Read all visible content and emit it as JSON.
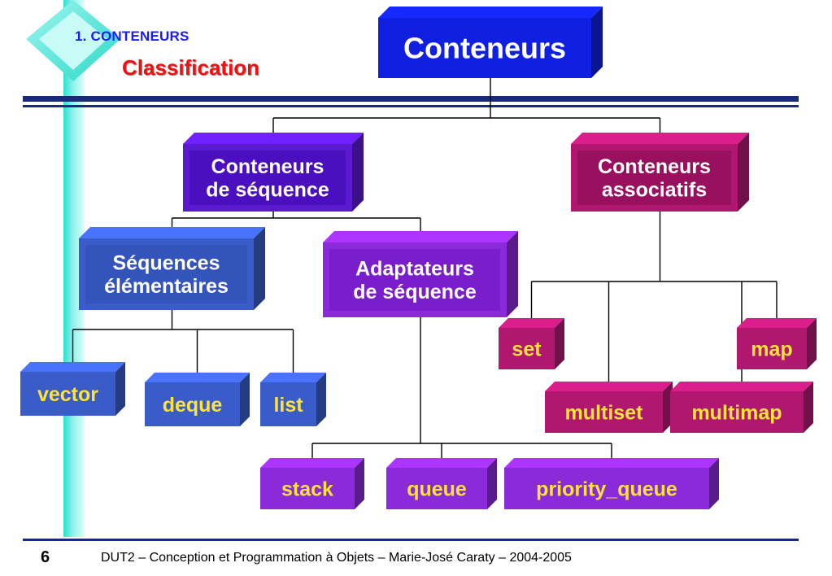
{
  "header": {
    "section": "1. CONTENEURS",
    "subtitle": "Classification"
  },
  "footer": {
    "page_number": "6",
    "text": "DUT2 – Conception et Programmation à Objets – Marie-José Caraty – 2004-2005"
  },
  "colors": {
    "blue_box": "#1020e0",
    "violet_box": "#5a1ad0",
    "steel_blue_box": "#3a5cc8",
    "purple_box": "#8a2ad8",
    "magenta_box": "#b01870",
    "label_white": "#ffffff",
    "label_yellow": "#ffe23a"
  },
  "diagram": {
    "nodes": [
      {
        "id": "conteneurs",
        "lines": [
          "Conteneurs"
        ],
        "style": "blue"
      },
      {
        "id": "conteneurs-sequence",
        "lines": [
          "Conteneurs",
          "de séquence"
        ],
        "style": "violet"
      },
      {
        "id": "conteneurs-associatifs",
        "lines": [
          "Conteneurs",
          "associatifs"
        ],
        "style": "magenta"
      },
      {
        "id": "sequences-elementaires",
        "lines": [
          "Séquences",
          "élémentaires"
        ],
        "style": "steel"
      },
      {
        "id": "adaptateurs-sequence",
        "lines": [
          "Adaptateurs",
          "de séquence"
        ],
        "style": "purple"
      },
      {
        "id": "vector",
        "lines": [
          "vector"
        ],
        "style": "steel-leaf"
      },
      {
        "id": "deque",
        "lines": [
          "deque"
        ],
        "style": "steel-leaf"
      },
      {
        "id": "list",
        "lines": [
          "list"
        ],
        "style": "steel-leaf"
      },
      {
        "id": "stack",
        "lines": [
          "stack"
        ],
        "style": "purple-leaf"
      },
      {
        "id": "queue",
        "lines": [
          "queue"
        ],
        "style": "purple-leaf"
      },
      {
        "id": "priority-queue",
        "lines": [
          "priority_queue"
        ],
        "style": "purple-leaf"
      },
      {
        "id": "set",
        "lines": [
          "set"
        ],
        "style": "magenta-leaf"
      },
      {
        "id": "map",
        "lines": [
          "map"
        ],
        "style": "magenta-leaf"
      },
      {
        "id": "multiset",
        "lines": [
          "multiset"
        ],
        "style": "magenta-leaf"
      },
      {
        "id": "multimap",
        "lines": [
          "multimap"
        ],
        "style": "magenta-leaf"
      }
    ],
    "edges": [
      [
        "conteneurs",
        "conteneurs-sequence"
      ],
      [
        "conteneurs",
        "conteneurs-associatifs"
      ],
      [
        "conteneurs-sequence",
        "sequences-elementaires"
      ],
      [
        "conteneurs-sequence",
        "adaptateurs-sequence"
      ],
      [
        "sequences-elementaires",
        "vector"
      ],
      [
        "sequences-elementaires",
        "deque"
      ],
      [
        "sequences-elementaires",
        "list"
      ],
      [
        "adaptateurs-sequence",
        "stack"
      ],
      [
        "adaptateurs-sequence",
        "queue"
      ],
      [
        "adaptateurs-sequence",
        "priority-queue"
      ],
      [
        "conteneurs-associatifs",
        "set"
      ],
      [
        "conteneurs-associatifs",
        "multiset"
      ],
      [
        "conteneurs-associatifs",
        "multimap"
      ],
      [
        "conteneurs-associatifs",
        "map"
      ]
    ]
  }
}
